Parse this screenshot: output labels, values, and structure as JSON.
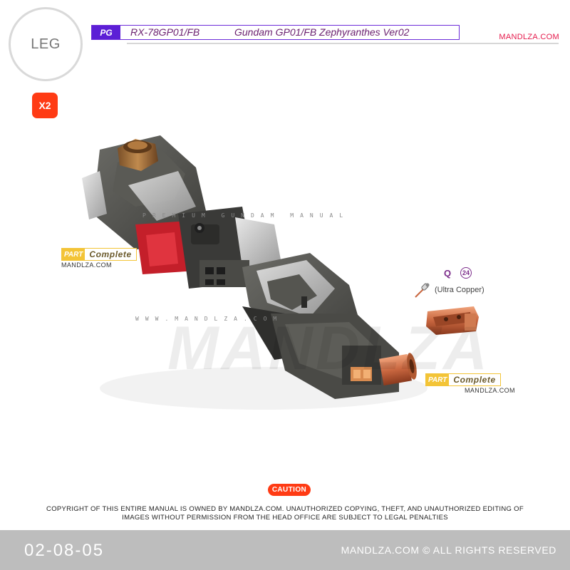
{
  "header": {
    "section": "LEG",
    "grade": "PG",
    "model_code": "RX-78GP01/FB",
    "model_name": "Gundam GP01/FB Zephyranthes Ver02",
    "brand": "MANDLZA.COM"
  },
  "quantity": "X2",
  "photo": {
    "watermark": "MANDLZA",
    "watermark_line_top": "PREMIUM GUNDAM MANUAL",
    "watermark_line_bottom": "WWW.MANDLZA.COM",
    "tags": [
      {
        "part": "PART",
        "text": "Complete",
        "site": "MANDLZA.COM"
      },
      {
        "part": "PART",
        "text": "Complete",
        "site": "MANDLZA.COM"
      }
    ],
    "part_letter": "Q",
    "part_number": "24",
    "paint_note": "(Ultra Copper)",
    "paint_icon": "airbrush-icon"
  },
  "footer": {
    "caution_label": "CAUTION",
    "copyright_line1": "COPYRIGHT OF THIS ENTIRE MANUAL IS OWNED BY MANDLZA.COM. UNAUTHORIZED COPYING, THEFT, AND UNAUTHORIZED EDITING OF",
    "copyright_line2": "IMAGES WITHOUT PERMISSION FROM THE HEAD OFFICE ARE SUBJECT TO LEGAL PENALTIES",
    "page_number": "02-08-05",
    "rights": "MANDLZA.COM © ALL RIGHTS RESERVED"
  },
  "colors": {
    "accent_purple": "#5c1fd6",
    "brand_red": "#e5194b",
    "badge_orange": "#ff3b14",
    "tag_yellow": "#f3c437",
    "copper": "#c8663f"
  }
}
